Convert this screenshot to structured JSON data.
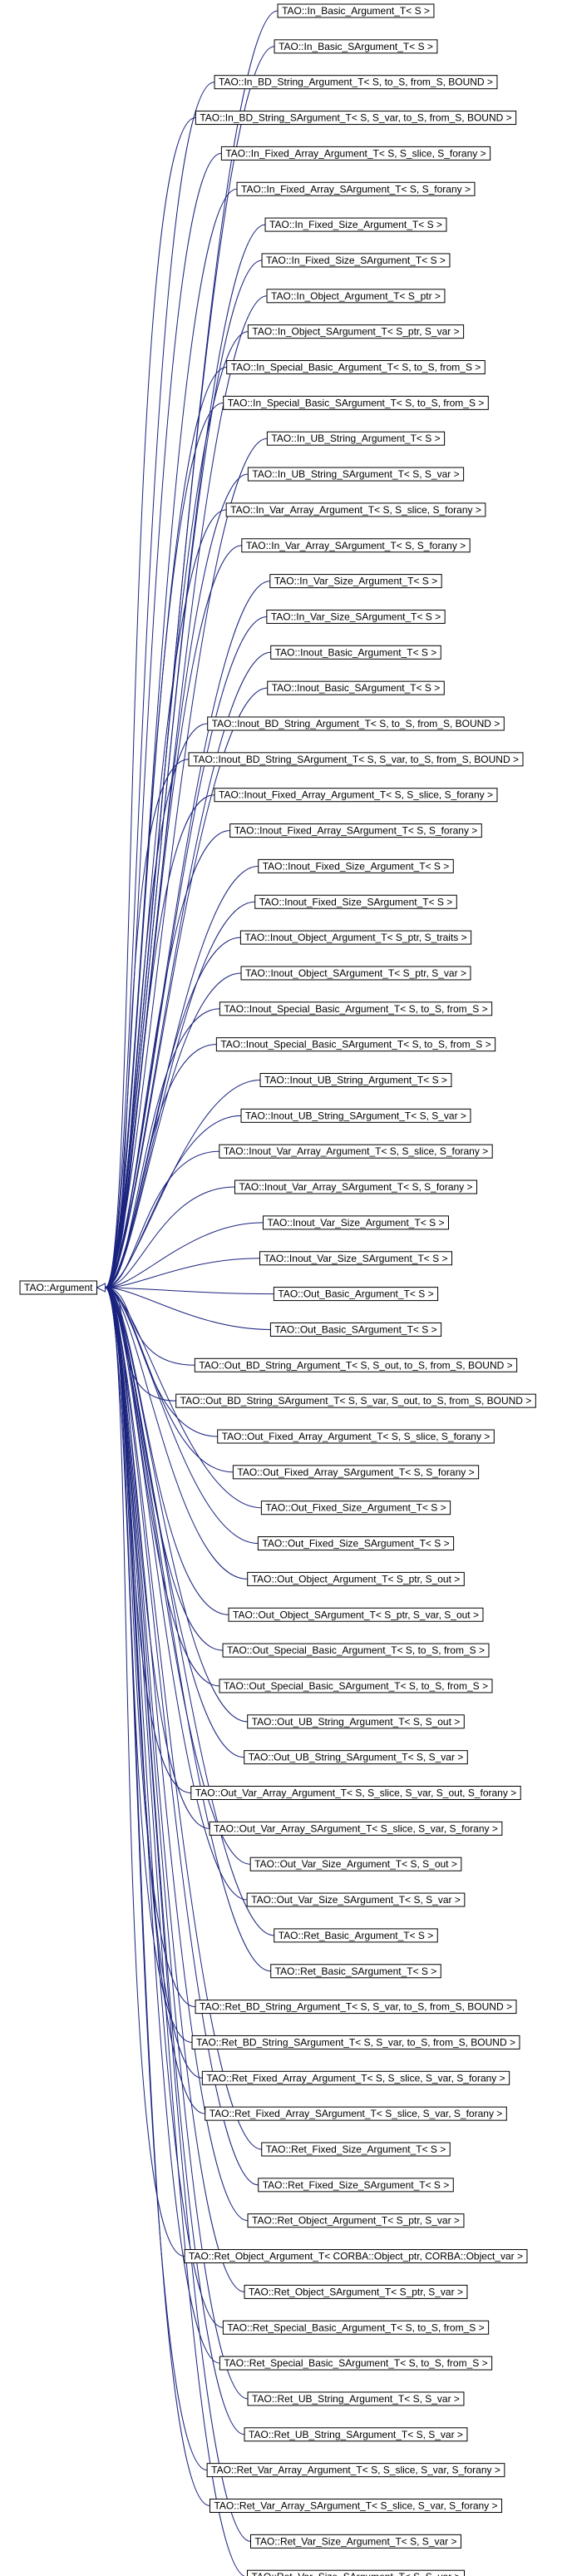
{
  "diagram": {
    "base": "TAO::Argument",
    "edge_color": "#1a237e",
    "box_border_color": "#000000",
    "derived": [
      "TAO::In_Basic_Argument_T< S >",
      "TAO::In_Basic_SArgument_T< S >",
      "TAO::In_BD_String_Argument_T< S, to_S, from_S, BOUND >",
      "TAO::In_BD_String_SArgument_T< S, S_var, to_S, from_S, BOUND >",
      "TAO::In_Fixed_Array_Argument_T< S, S_slice, S_forany >",
      "TAO::In_Fixed_Array_SArgument_T< S, S_forany >",
      "TAO::In_Fixed_Size_Argument_T< S >",
      "TAO::In_Fixed_Size_SArgument_T< S >",
      "TAO::In_Object_Argument_T< S_ptr >",
      "TAO::In_Object_SArgument_T< S_ptr, S_var >",
      "TAO::In_Special_Basic_Argument_T< S, to_S, from_S >",
      "TAO::In_Special_Basic_SArgument_T< S, to_S, from_S >",
      "TAO::In_UB_String_Argument_T< S >",
      "TAO::In_UB_String_SArgument_T< S, S_var >",
      "TAO::In_Var_Array_Argument_T< S, S_slice, S_forany >",
      "TAO::In_Var_Array_SArgument_T< S, S_forany >",
      "TAO::In_Var_Size_Argument_T< S >",
      "TAO::In_Var_Size_SArgument_T< S >",
      "TAO::Inout_Basic_Argument_T< S >",
      "TAO::Inout_Basic_SArgument_T< S >",
      "TAO::Inout_BD_String_Argument_T< S, to_S, from_S, BOUND >",
      "TAO::Inout_BD_String_SArgument_T< S, S_var, to_S, from_S, BOUND >",
      "TAO::Inout_Fixed_Array_Argument_T< S, S_slice, S_forany >",
      "TAO::Inout_Fixed_Array_SArgument_T< S, S_forany >",
      "TAO::Inout_Fixed_Size_Argument_T< S >",
      "TAO::Inout_Fixed_Size_SArgument_T< S >",
      "TAO::Inout_Object_Argument_T< S_ptr, S_traits >",
      "TAO::Inout_Object_SArgument_T< S_ptr, S_var >",
      "TAO::Inout_Special_Basic_Argument_T< S, to_S, from_S >",
      "TAO::Inout_Special_Basic_SArgument_T< S, to_S, from_S >",
      "TAO::Inout_UB_String_Argument_T< S >",
      "TAO::Inout_UB_String_SArgument_T< S, S_var >",
      "TAO::Inout_Var_Array_Argument_T< S, S_slice, S_forany >",
      "TAO::Inout_Var_Array_SArgument_T< S, S_forany >",
      "TAO::Inout_Var_Size_Argument_T< S >",
      "TAO::Inout_Var_Size_SArgument_T< S >",
      "TAO::Out_Basic_Argument_T< S >",
      "TAO::Out_Basic_SArgument_T< S >",
      "TAO::Out_BD_String_Argument_T< S, S_out, to_S, from_S, BOUND >",
      "TAO::Out_BD_String_SArgument_T< S, S_var, S_out, to_S, from_S, BOUND >",
      "TAO::Out_Fixed_Array_Argument_T< S, S_slice, S_forany >",
      "TAO::Out_Fixed_Array_SArgument_T< S, S_forany >",
      "TAO::Out_Fixed_Size_Argument_T< S >",
      "TAO::Out_Fixed_Size_SArgument_T< S >",
      "TAO::Out_Object_Argument_T< S_ptr, S_out >",
      "TAO::Out_Object_SArgument_T< S_ptr, S_var, S_out >",
      "TAO::Out_Special_Basic_Argument_T< S, to_S, from_S >",
      "TAO::Out_Special_Basic_SArgument_T< S, to_S, from_S >",
      "TAO::Out_UB_String_Argument_T< S, S_out >",
      "TAO::Out_UB_String_SArgument_T< S, S_var >",
      "TAO::Out_Var_Array_Argument_T< S, S_slice, S_var, S_out, S_forany >",
      "TAO::Out_Var_Array_SArgument_T< S_slice, S_var, S_forany >",
      "TAO::Out_Var_Size_Argument_T< S, S_out >",
      "TAO::Out_Var_Size_SArgument_T< S, S_var >",
      "TAO::Ret_Basic_Argument_T< S >",
      "TAO::Ret_Basic_SArgument_T< S >",
      "TAO::Ret_BD_String_Argument_T< S, S_var, to_S, from_S, BOUND >",
      "TAO::Ret_BD_String_SArgument_T< S, S_var, to_S, from_S, BOUND >",
      "TAO::Ret_Fixed_Array_Argument_T< S, S_slice, S_var, S_forany >",
      "TAO::Ret_Fixed_Array_SArgument_T< S_slice, S_var, S_forany >",
      "TAO::Ret_Fixed_Size_Argument_T< S >",
      "TAO::Ret_Fixed_Size_SArgument_T< S >",
      "TAO::Ret_Object_Argument_T< S_ptr, S_var >",
      "TAO::Ret_Object_Argument_T< CORBA::Object_ptr, CORBA::Object_var >",
      "TAO::Ret_Object_SArgument_T< S_ptr, S_var >",
      "TAO::Ret_Special_Basic_Argument_T< S, to_S, from_S >",
      "TAO::Ret_Special_Basic_SArgument_T< S, to_S, from_S >",
      "TAO::Ret_UB_String_Argument_T< S, S_var >",
      "TAO::Ret_UB_String_SArgument_T< S, S_var >",
      "TAO::Ret_Var_Array_Argument_T< S, S_slice, S_var, S_forany >",
      "TAO::Ret_Var_Array_SArgument_T< S_slice, S_var, S_forany >",
      "TAO::Ret_Var_Size_Argument_T< S, S_var >",
      "TAO::Ret_Var_Size_SArgument_T< S, S_var >"
    ]
  }
}
